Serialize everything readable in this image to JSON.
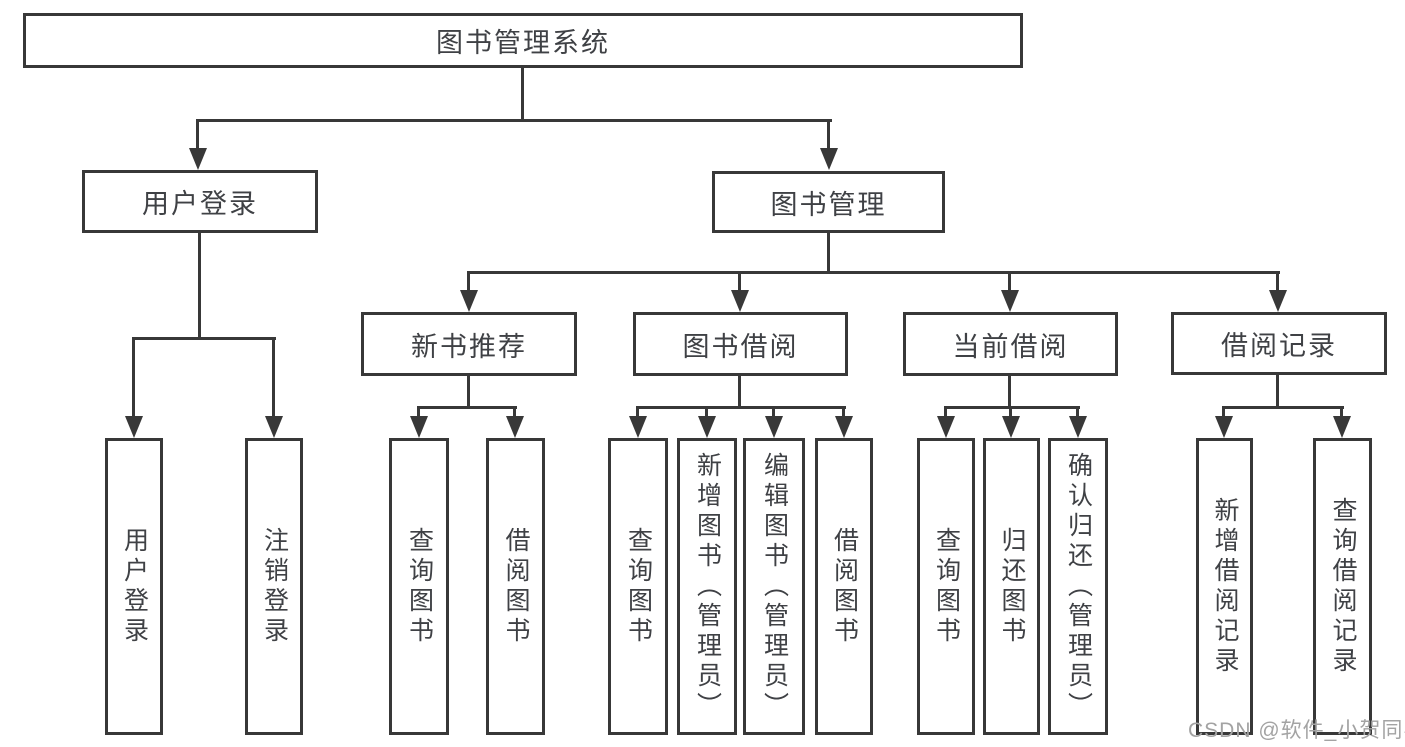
{
  "diagram": {
    "title": "图书管理系统",
    "colors": {
      "line": "#383838",
      "text": "#3f4145",
      "watermark": "#a3a3a3",
      "background": "#ffffff"
    },
    "nodes": {
      "root": {
        "label": "图书管理系统"
      },
      "level2": {
        "user_login": {
          "label": "用户登录"
        },
        "book_mgmt": {
          "label": "图书管理"
        }
      },
      "level3": {
        "new_book_rec": {
          "label": "新书推荐"
        },
        "book_borrow": {
          "label": "图书借阅"
        },
        "current_borrow": {
          "label": "当前借阅"
        },
        "borrow_records": {
          "label": "借阅记录"
        }
      },
      "leaves": {
        "user_login_children": {
          "login": "用户登录",
          "logout": "注销登录"
        },
        "new_book_rec_children": {
          "query_books": "查询图书",
          "borrow_books": "借阅图书"
        },
        "book_borrow_children": {
          "query_books": "查询图书",
          "add_books": "新增图书（管理员）",
          "edit_books": "编辑图书（管理员）",
          "borrow_books": "借阅图书"
        },
        "current_borrow_children": {
          "query_books": "查询图书",
          "return_books": "归还图书",
          "confirm_return": "确认归还（管理员）"
        },
        "borrow_records_children": {
          "add_record": "新增借阅记录",
          "query_record": "查询借阅记录"
        }
      }
    }
  },
  "watermark": {
    "text": "CSDN @软件_小贺同学"
  }
}
